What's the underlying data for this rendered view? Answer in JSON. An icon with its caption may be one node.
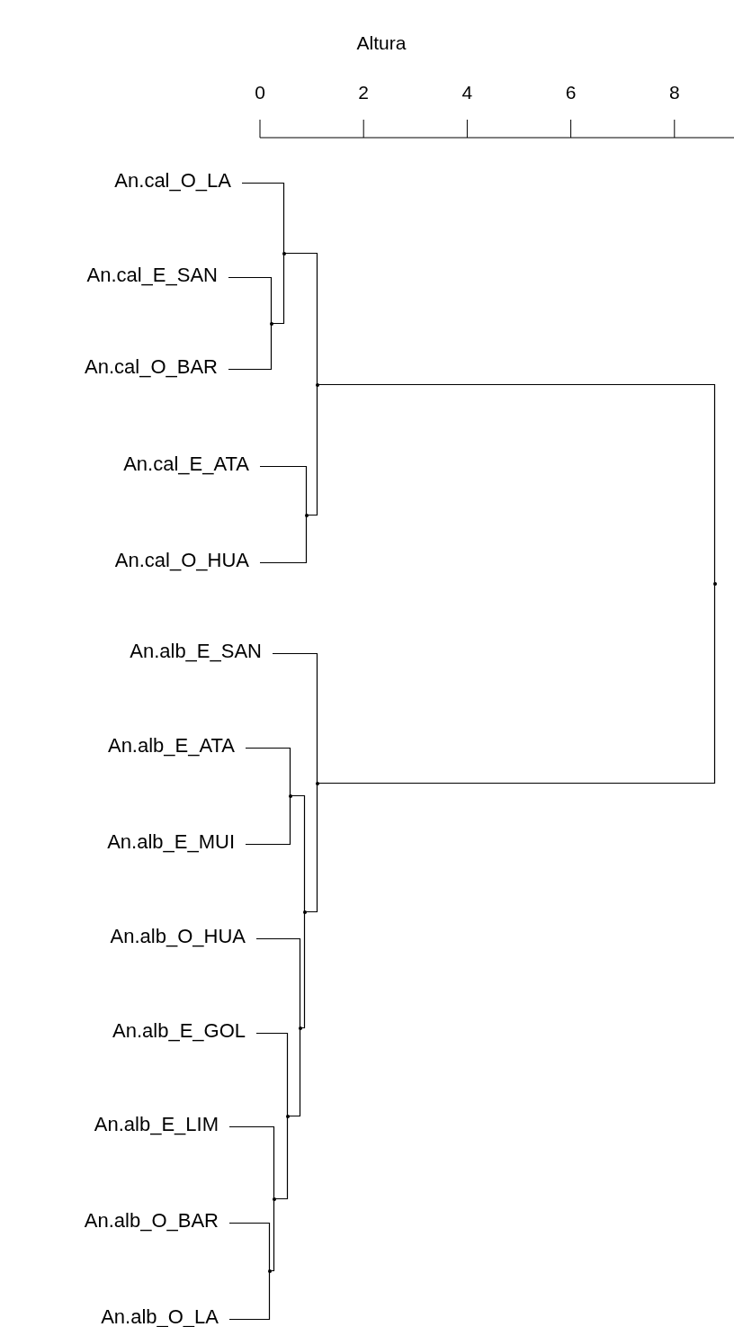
{
  "diagram": {
    "nodes": [
      {
        "text": [
          "An.cal_O_LA"
        ]
      },
      {
        "text": [
          "An.cal_E_SAN"
        ]
      },
      {
        "text": [
          "An.cal_O_BAR"
        ]
      },
      {
        "text": [
          "An.cal_E_ATA"
        ]
      },
      {
        "text": [
          "An.cal_O_HUA"
        ]
      },
      {
        "text": [
          "An.alb_E_SAN"
        ]
      },
      {
        "text": [
          "An.alb_E_ATA"
        ]
      },
      {
        "text": [
          "An.alb_E_MUI"
        ]
      },
      {
        "text": [
          "An.alb_O_HUA"
        ]
      },
      {
        "text": [
          "An.alb_E_GOL"
        ]
      },
      {
        "text": [
          "An.alb_E_LIM"
        ]
      },
      {
        "text": [
          "An.alb_O_BAR"
        ]
      },
      {
        "text": [
          "An.alb_O_LA"
        ]
      },
      {
        "text": [],
        "shape": "point"
      },
      {
        "text": [],
        "shape": "point"
      },
      {
        "text": [],
        "shape": "point"
      },
      {
        "text": [],
        "shape": "point"
      },
      {
        "text": [],
        "shape": "point"
      },
      {
        "text": [],
        "shape": "point"
      },
      {
        "text": [],
        "shape": "point"
      },
      {
        "text": [],
        "shape": "point"
      },
      {
        "text": [],
        "shape": "point"
      },
      {
        "text": [],
        "shape": "point"
      },
      {
        "text": [],
        "shape": "point"
      },
      {
        "text": [],
        "shape": "point"
      }
    ],
    "edges": [
      {
        "from": 1,
        "to": 13,
        "arrow": "none"
      },
      {
        "from": 2,
        "to": 13,
        "arrow": "none"
      },
      {
        "from": 0,
        "to": 14,
        "arrow": "none"
      },
      {
        "from": 13,
        "to": 14,
        "arrow": "none"
      },
      {
        "from": 3,
        "to": 15,
        "arrow": "none"
      },
      {
        "from": 4,
        "to": 15,
        "arrow": "none"
      },
      {
        "from": 14,
        "to": 16,
        "arrow": "none"
      },
      {
        "from": 15,
        "to": 16,
        "arrow": "none"
      },
      {
        "from": 11,
        "to": 17,
        "arrow": "none"
      },
      {
        "from": 12,
        "to": 17,
        "arrow": "none"
      },
      {
        "from": 10,
        "to": 18,
        "arrow": "none"
      },
      {
        "from": 17,
        "to": 18,
        "arrow": "none"
      },
      {
        "from": 9,
        "to": 19,
        "arrow": "none"
      },
      {
        "from": 18,
        "to": 19,
        "arrow": "none"
      },
      {
        "from": 8,
        "to": 20,
        "arrow": "none"
      },
      {
        "from": 19,
        "to": 20,
        "arrow": "none"
      },
      {
        "from": 6,
        "to": 21,
        "arrow": "none"
      },
      {
        "from": 7,
        "to": 21,
        "arrow": "none"
      },
      {
        "from": 21,
        "to": 22,
        "arrow": "none"
      },
      {
        "from": 20,
        "to": 22,
        "arrow": "none"
      },
      {
        "from": 5,
        "to": 23,
        "arrow": "none"
      },
      {
        "from": 22,
        "to": 23,
        "arrow": "none"
      },
      {
        "from": 16,
        "to": 24,
        "arrow": "none"
      },
      {
        "from": 23,
        "to": 24,
        "arrow": "none"
      }
    ],
    "labels": [
      "Altura",
      "0",
      "2",
      "4",
      "6",
      "8"
    ]
  }
}
